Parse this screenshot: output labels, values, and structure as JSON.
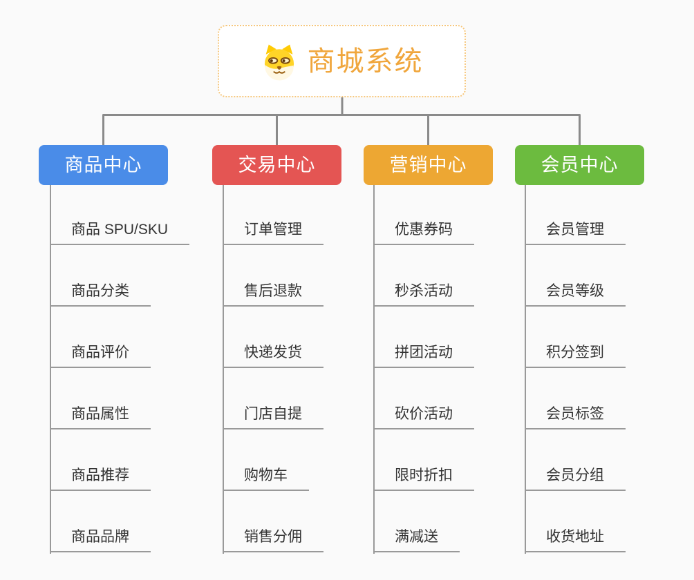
{
  "root": {
    "title": "商城系统",
    "icon": "dog-face-icon"
  },
  "branches": [
    {
      "id": "product-center",
      "label": "商品中心",
      "color": "#4A8CE8",
      "children": [
        "商品 SPU/SKU",
        "商品分类",
        "商品评价",
        "商品属性",
        "商品推荐",
        "商品品牌"
      ]
    },
    {
      "id": "trade-center",
      "label": "交易中心",
      "color": "#E45553",
      "children": [
        "订单管理",
        "售后退款",
        "快递发货",
        "门店自提",
        "购物车",
        "销售分佣"
      ]
    },
    {
      "id": "marketing-center",
      "label": "营销中心",
      "color": "#EDA733",
      "children": [
        "优惠券码",
        "秒杀活动",
        "拼团活动",
        "砍价活动",
        "限时折扣",
        "满减送"
      ]
    },
    {
      "id": "member-center",
      "label": "会员中心",
      "color": "#6CBB3F",
      "children": [
        "会员管理",
        "会员等级",
        "积分签到",
        "会员标签",
        "会员分组",
        "收货地址"
      ]
    }
  ],
  "palette": {
    "background": "#FAFAFA",
    "connector_line": "#8A8A8A",
    "leaf_underline": "#999999",
    "leaf_text": "#333333",
    "root_border": "#F6C77D",
    "root_text": "#F0A63C",
    "branch_text": "#FFFFFF"
  }
}
